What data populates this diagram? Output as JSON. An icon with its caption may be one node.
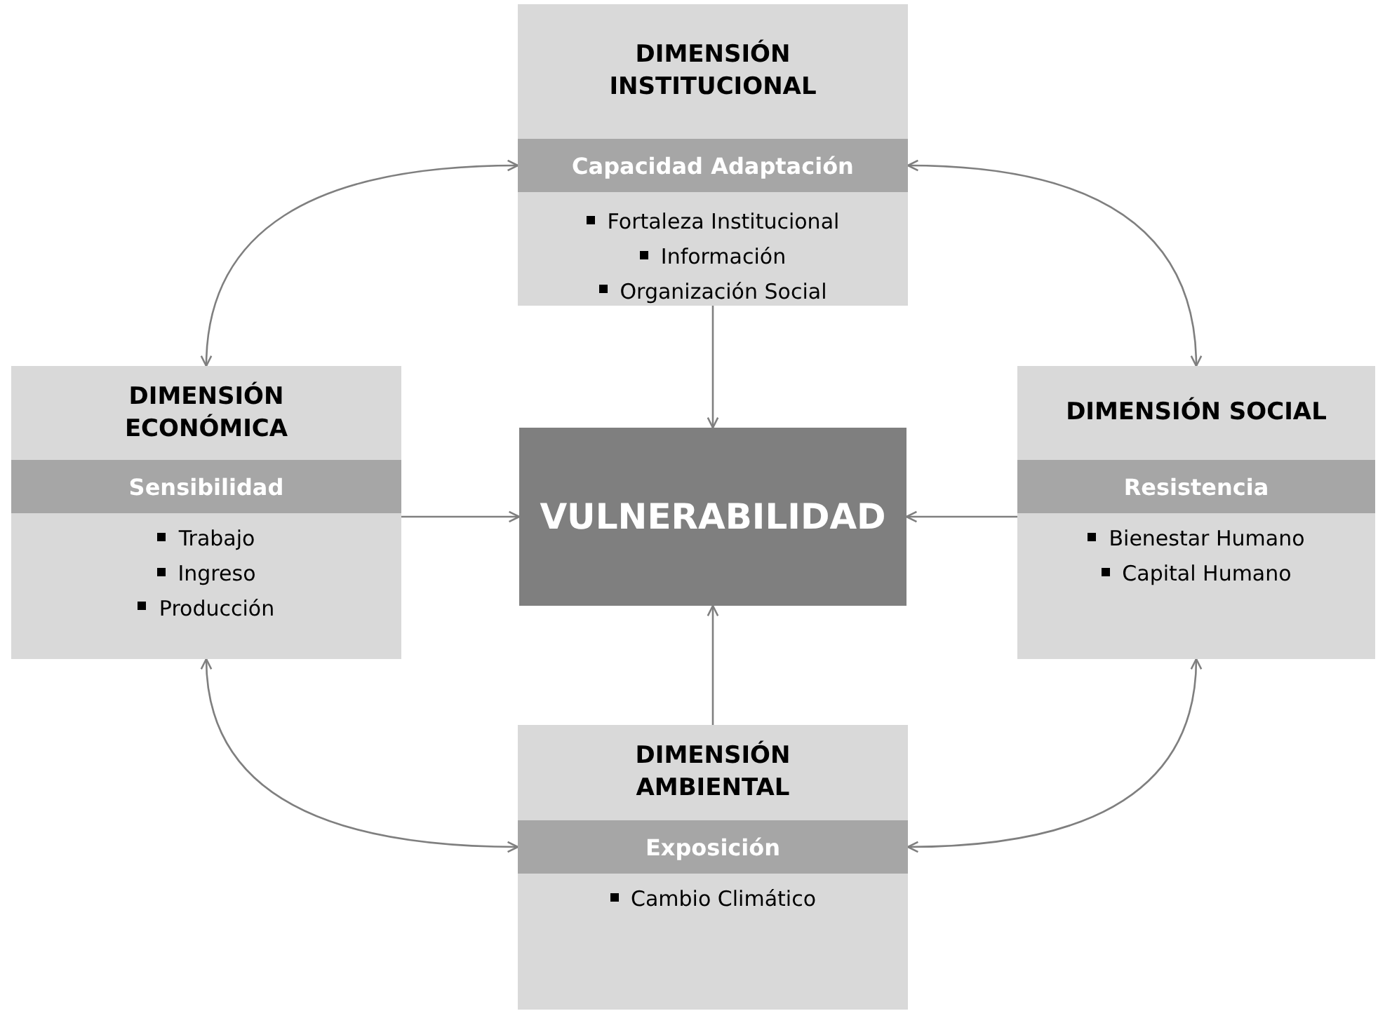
{
  "diagram": {
    "nodes": [
      {
        "text": [
          "DIMENSIÓN INSTITUCIONAL",
          "Fortaleza Institucional",
          "Información",
          "Organización Social"
        ]
      },
      {
        "text": [
          "Capacidad Adaptación"
        ],
        "in": 0
      },
      {
        "text": [
          "DIMENSIÓN ECONÓMICA",
          "Trabajo",
          "Ingreso",
          "Producción"
        ]
      },
      {
        "text": [
          "Sensibilidad"
        ],
        "in": 2
      },
      {
        "text": [
          "VULNERABILIDAD"
        ]
      },
      {
        "text": [
          "DIMENSIÓN SOCIAL",
          "Bienestar Humano",
          "Capital Humano"
        ]
      },
      {
        "text": [
          "Resistencia"
        ],
        "in": 5
      },
      {
        "text": [
          "DIMENSIÓN AMBIENTAL",
          "Cambio Climático"
        ]
      },
      {
        "text": [
          "Exposición"
        ],
        "in": 7
      }
    ],
    "edges": [
      {
        "from": 1,
        "to": 2,
        "arrow": "both"
      },
      {
        "from": 1,
        "to": 5,
        "arrow": "both"
      },
      {
        "from": 0,
        "to": 4,
        "arrow": "to"
      },
      {
        "from": 2,
        "to": 4,
        "arrow": "to"
      },
      {
        "from": 5,
        "to": 4,
        "arrow": "to"
      },
      {
        "from": 7,
        "to": 4,
        "arrow": "to"
      },
      {
        "from": 2,
        "to": 8,
        "arrow": "both"
      },
      {
        "from": 5,
        "to": 8,
        "arrow": "both"
      }
    ]
  }
}
